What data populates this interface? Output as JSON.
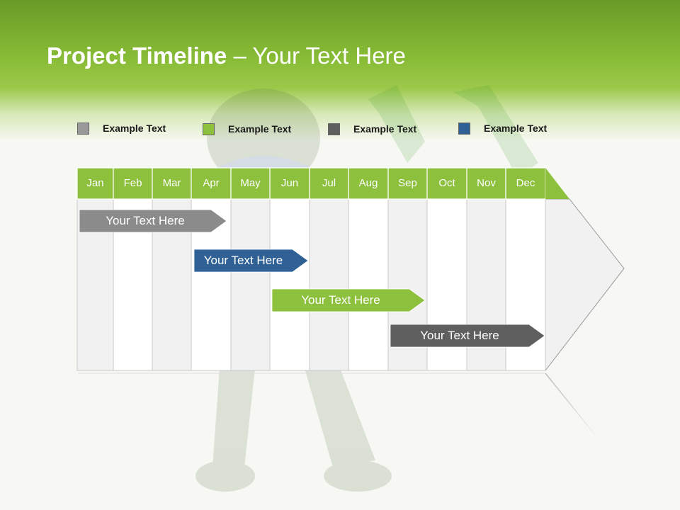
{
  "slide": {
    "title_bold": "Project Timeline",
    "title_rest": " – Your Text Here"
  },
  "legend": [
    {
      "label": "Example Text",
      "color": "#999999"
    },
    {
      "label": "Example Text",
      "color": "#8dc13d"
    },
    {
      "label": "Example Text",
      "color": "#5f5f5f"
    },
    {
      "label": "Example Text",
      "color": "#2e6096"
    }
  ],
  "months": [
    "Jan",
    "Feb",
    "Mar",
    "Apr",
    "May",
    "Jun",
    "Jul",
    "Aug",
    "Sep",
    "Oct",
    "Nov",
    "Dec"
  ],
  "tasks": [
    {
      "label": "Your  Text Here",
      "color": "#8b8b8b"
    },
    {
      "label": "Your  Text Here",
      "color": "#2f6197"
    },
    {
      "label": "Your  Text Here",
      "color": "#8dc13d"
    },
    {
      "label": "Your  Text Here",
      "color": "#5f5f5f"
    }
  ],
  "colors": {
    "header_green": "#8dc13d",
    "row_shade": "#f1f1f1",
    "row_white": "#ffffff",
    "grid_line": "#c9c9c9"
  }
}
